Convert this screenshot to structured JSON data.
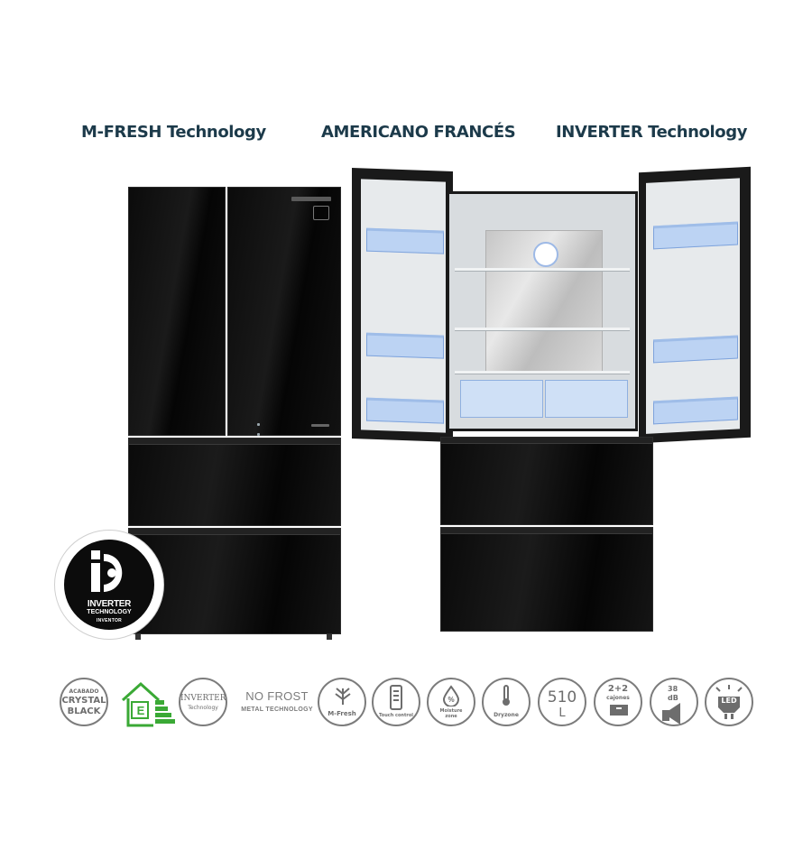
{
  "headings": {
    "left": "M-FRESH Technology",
    "center": "AMERICANO FRANCÉS",
    "right": "INVERTER Technology"
  },
  "badge": {
    "line1": "INVERTER",
    "line2": "TECHNOLOGY",
    "line3": "INVENTOR"
  },
  "icons": {
    "finish": {
      "line1": "ACABADO",
      "line2": "CRYSTAL",
      "line3": "BLACK"
    },
    "energy_class": "E",
    "inverter": {
      "line1": "INVERTER",
      "line2": "Technology"
    },
    "no_frost": {
      "line1": "NO FROST",
      "line2": "METAL TECHNOLOGY"
    },
    "m_fresh": "M-Fresh",
    "touch_control": "Touch control",
    "moisture_zone": {
      "line1": "Moisture",
      "line2": "zone"
    },
    "dry_zone": "Dryzone",
    "capacity": {
      "value": "510",
      "unit": "L"
    },
    "drawers": {
      "value": "2+2",
      "label": "cajones"
    },
    "noise": {
      "value": "38",
      "unit": "dB"
    },
    "led": "LED"
  },
  "colors": {
    "heading": "#1c3a4a",
    "icon_gray": "#7c7c7c",
    "energy_green": "#3aa935",
    "fridge_black": "#0b0b0b",
    "bin_blue": "#bcd3f3"
  }
}
